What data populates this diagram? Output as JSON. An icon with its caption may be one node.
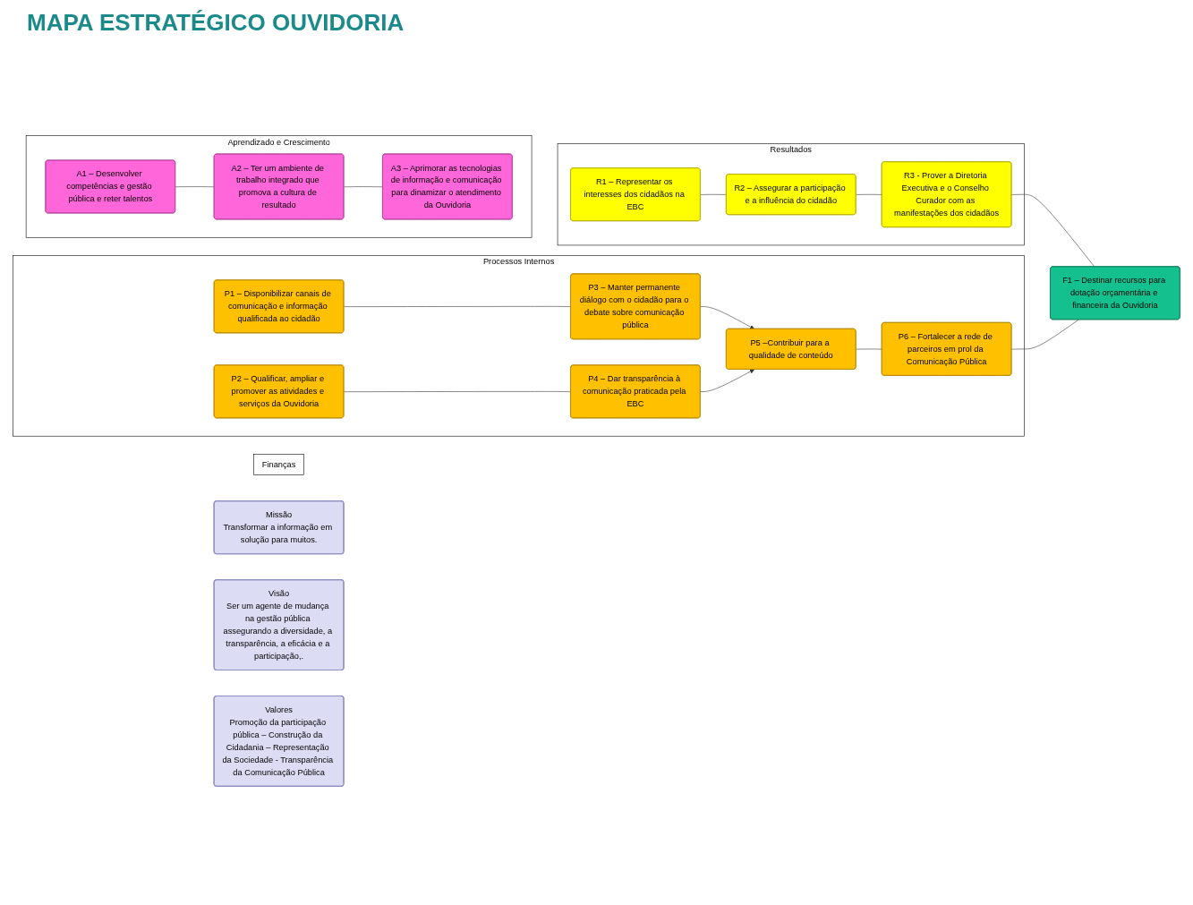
{
  "diagram": {
    "title": "MAPA ESTRATÉGICO OUVIDORIA",
    "nodes": [
      {
        "text": [
          "Missão",
          "Transformar a informação em solução para muitos."
        ]
      },
      {
        "text": [
          "Visão",
          "Ser um agente de mudança na gestão pública assegurando a diversidade, a transparência, a eficácia e a participação,."
        ]
      },
      {
        "text": [
          "Resultados"
        ]
      },
      {
        "text": [
          "R1 – Representar os interesses dos cidadãos na EBC"
        ],
        "in": 2
      },
      {
        "text": [
          "R2 – Assegurar a participação e a influência do cidadão"
        ],
        "in": 2
      },
      {
        "text": [
          "R3 - Prover a Diretoria Executiva e o Conselho Curador com as manifestações dos cidadãos"
        ],
        "in": 2
      },
      {
        "text": [
          "Finanças"
        ]
      },
      {
        "text": [
          "Processos Internos"
        ]
      },
      {
        "text": [
          "P1 – Disponibilizar canais de comunicação e informação qualificada ao cidadão"
        ],
        "in": 7
      },
      {
        "text": [
          "P3 – Manter permanente diálogo com o cidadão para o debate sobre comunicação pública"
        ],
        "in": 7
      },
      {
        "text": [
          "P2 – Qualificar, ampliar e promover as atividades e serviços da Ouvidoria"
        ],
        "in": 7
      },
      {
        "text": [
          "P4 – Dar transparência à comunicação praticada pela EBC"
        ],
        "in": 7
      },
      {
        "text": [
          "P5 –Contribuir para a qualidade de conteúdo"
        ],
        "in": 7
      },
      {
        "text": [
          "P6 – Fortalecer a rede de parceiros em prol da Comunicação Pública"
        ],
        "in": 7
      },
      {
        "text": [
          "F1 – Destinar recursos para dotação orçamentária e financeira da Ouvidoria"
        ]
      },
      {
        "text": [
          "Aprendizado e Crescimento"
        ]
      },
      {
        "text": [
          "A1 – Desenvolver competências e gestão pública e reter talentos"
        ],
        "in": 15
      },
      {
        "text": [
          "A2 – Ter um ambiente de trabalho integrado que promova a cultura de resultado"
        ],
        "in": 15
      },
      {
        "text": [
          "A3 – Aprimorar as tecnologias de informação e comunicação para dinamizar o atendimento da Ouvidoria"
        ],
        "in": 15
      },
      {
        "text": [
          "Valores",
          "Promoção da participação pública – Construção da Cidadania – Representação da Sociedade - Transparência da Comunicação Pública"
        ]
      }
    ],
    "edges": [
      {
        "from": 3,
        "to": 4,
        "arrow": "none"
      },
      {
        "from": 4,
        "to": 5,
        "arrow": "none"
      },
      {
        "from": 5,
        "to": 14,
        "arrow": "none"
      },
      {
        "from": 8,
        "to": 9,
        "arrow": "none"
      },
      {
        "from": 10,
        "to": 11,
        "arrow": "none"
      },
      {
        "from": 9,
        "to": 12,
        "arrow": "to"
      },
      {
        "from": 11,
        "to": 12,
        "arrow": "to"
      },
      {
        "from": 12,
        "to": 13,
        "arrow": "none"
      },
      {
        "from": 13,
        "to": 14,
        "arrow": "none"
      },
      {
        "from": 16,
        "to": 17,
        "arrow": "none"
      },
      {
        "from": 17,
        "to": 18,
        "arrow": "none"
      }
    ]
  }
}
